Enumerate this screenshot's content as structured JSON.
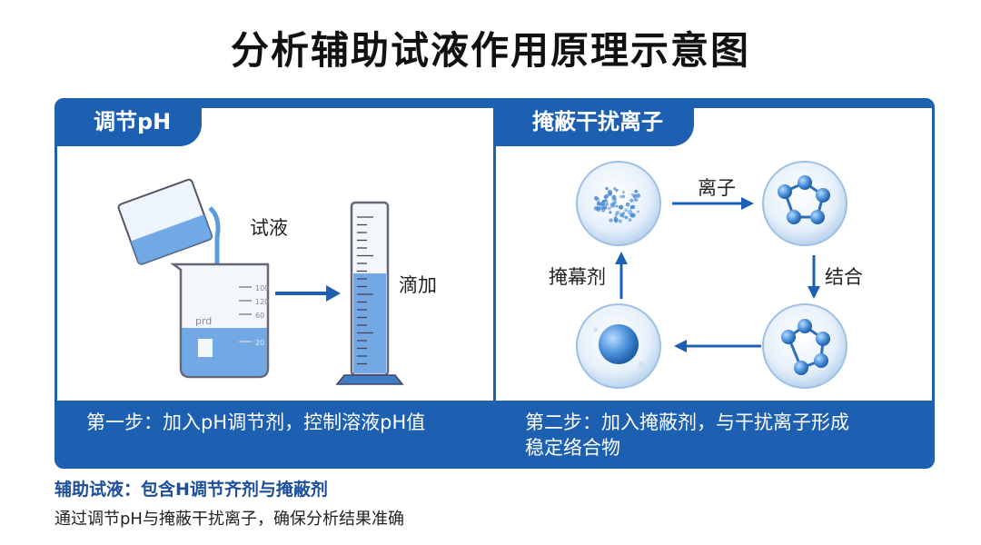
{
  "title": "分析辅助试液作用原理示意图",
  "left_panel": {
    "header": "调节pH",
    "label_reagent": "试液",
    "label_drip": "滴加",
    "beaker_text": "prd",
    "beaker_marks": [
      "100",
      "120",
      "60",
      "20"
    ],
    "footer": "第一步：加入pH调节剂，控制溶液pH值"
  },
  "right_panel": {
    "header": "掩蔽干扰离子",
    "label_ion": "离子",
    "label_bind": "结合",
    "label_mask": "掩幕剂",
    "footer_line1": "第二步：加入掩蔽剂，与干扰离子形成",
    "footer_line2": "稳定络合物"
  },
  "summary": {
    "title": "辅助试液：包含H调节齐剂与掩蔽剂",
    "desc": "通过调节pH与掩蔽干扰离子，确保分析结果准确"
  },
  "colors": {
    "primary": "#1d5fb0",
    "liquid": "#5b9be0",
    "arrow": "#1d5fb0"
  }
}
